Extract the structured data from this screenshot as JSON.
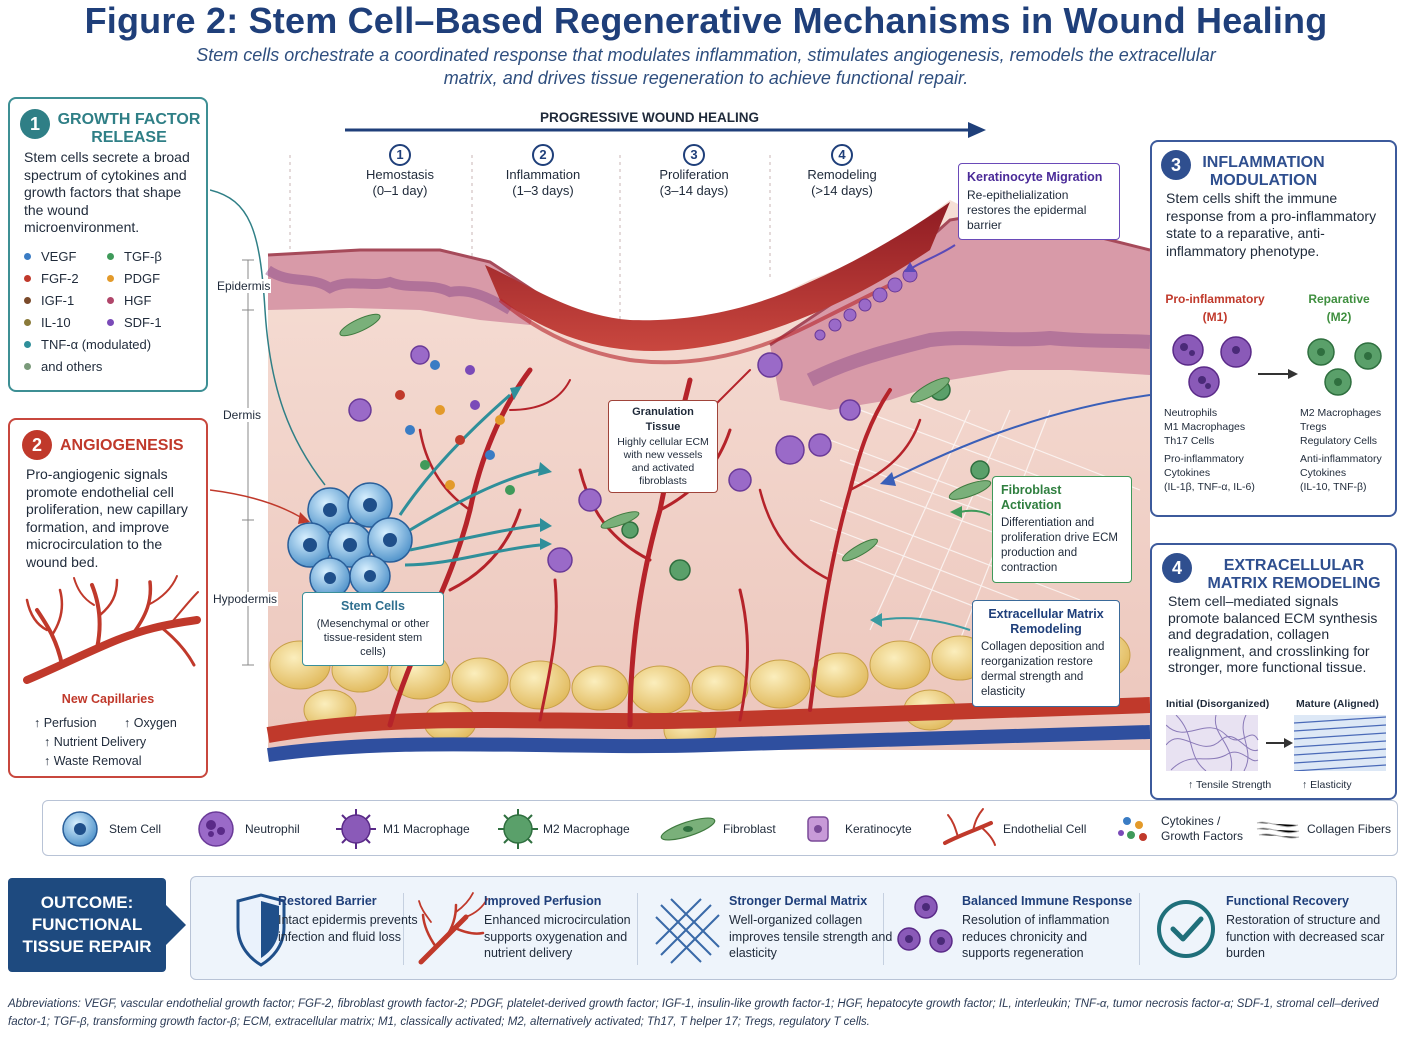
{
  "title": "Figure 2: Stem Cell–Based Regenerative Mechanisms in Wound Healing",
  "subtitle": "Stem cells orchestrate a coordinated response that modulates inflammation, stimulates angiogenesis, remodels the extracellular matrix, and drives tissue regeneration to achieve functional repair.",
  "colors": {
    "title": "#1f3f7a",
    "teal": "#2f7f86",
    "red": "#c0392b",
    "blue": "#2f4f8f",
    "green": "#3f8f3f",
    "dermis": "#f3d9d2",
    "blood": "#b5232a"
  },
  "panel1": {
    "number": "1",
    "title_line1": "GROWTH FACTOR",
    "title_line2": "RELEASE",
    "text": "Stem cells secrete a broad spectrum of cytokines and growth factors that shape the wound microenvironment.",
    "factors": [
      {
        "label": "VEGF",
        "color": "#3a7cc4"
      },
      {
        "label": "TGF-β",
        "color": "#3f9a5a"
      },
      {
        "label": "FGF-2",
        "color": "#c0392b"
      },
      {
        "label": "PDGF",
        "color": "#e39a2a"
      },
      {
        "label": "IGF-1",
        "color": "#7a4a2a"
      },
      {
        "label": "HGF",
        "color": "#b0466a"
      },
      {
        "label": "IL-10",
        "color": "#8a7a3a"
      },
      {
        "label": "SDF-1",
        "color": "#7a4ab8"
      },
      {
        "label": "TNF-α (modulated)",
        "color": "#2f8f9a"
      },
      {
        "label": "and others",
        "color": "#7a9a7a"
      }
    ]
  },
  "panel2": {
    "number": "2",
    "title": "ANGIOGENESIS",
    "text": "Pro-angiogenic signals promote endothelial cell proliferation, new capillary formation, and improve microcirculation to the wound bed.",
    "capillary_label": "New Capillaries",
    "benefits": [
      "↑ Perfusion",
      "↑ Oxygen",
      "↑ Nutrient Delivery",
      "↑ Waste Removal"
    ]
  },
  "panel3": {
    "number": "3",
    "title_line1": "INFLAMMATION",
    "title_line2": "MODULATION",
    "text": "Stem cells shift the immune response from a pro-inflammatory state to a reparative, anti-inflammatory phenotype.",
    "left_header_1": "Pro-inflammatory",
    "left_header_2": "(M1)",
    "right_header_1": "Reparative",
    "right_header_2": "(M2)",
    "left_items": [
      "Neutrophils",
      "M1 Macrophages",
      "Th17 Cells",
      "Pro-inflammatory",
      "Cytokines",
      "(IL-1β, TNF-α, IL-6)"
    ],
    "right_items": [
      "M2 Macrophages",
      "Tregs",
      "Regulatory Cells",
      "Anti-inflammatory",
      "Cytokines",
      "(IL-10, TNF-β)"
    ]
  },
  "panel4": {
    "number": "4",
    "title_line1": "EXTRACELLULAR",
    "title_line2": "MATRIX REMODELING",
    "text": "Stem cell–mediated signals promote balanced ECM synthesis and degradation, collagen realignment, and crosslinking for stronger, more functional tissue.",
    "initial_label": "Initial (Disorganized)",
    "mature_label": "Mature (Aligned)",
    "tensile": "↑ Tensile Strength",
    "elasticity": "↑ Elasticity"
  },
  "diagram": {
    "timeline_label": "PROGRESSIVE WOUND HEALING",
    "stages": [
      {
        "num": "1",
        "name": "Hemostasis",
        "days": "(0–1 day)"
      },
      {
        "num": "2",
        "name": "Inflammation",
        "days": "(1–3 days)"
      },
      {
        "num": "3",
        "name": "Proliferation",
        "days": "(3–14 days)"
      },
      {
        "num": "4",
        "name": "Remodeling",
        "days": "(>14 days)"
      }
    ],
    "layers": [
      "Epidermis",
      "Dermis",
      "Hypodermis"
    ],
    "stem_cells_title": "Stem Cells",
    "stem_cells_text": "(Mesenchymal or other tissue-resident stem cells)",
    "granulation_title": "Granulation Tissue",
    "granulation_text": "Highly cellular ECM with new vessels and activated fibroblasts",
    "keratinocyte_title": "Keratinocyte Migration",
    "keratinocyte_text": "Re-epithelialization restores the epidermal barrier",
    "fibroblast_title": "Fibroblast Activation",
    "fibroblast_text": "Differentiation and proliferation drive ECM production and contraction",
    "ecm_title": "Extracellular Matrix Remodeling",
    "ecm_text": "Collagen deposition and reorganization restore dermal strength and elasticity"
  },
  "legend": [
    {
      "icon": "stem-cell",
      "label": "Stem Cell"
    },
    {
      "icon": "neutrophil",
      "label": "Neutrophil"
    },
    {
      "icon": "m1-macrophage",
      "label": "M1 Macrophage"
    },
    {
      "icon": "m2-macrophage",
      "label": "M2 Macrophage"
    },
    {
      "icon": "fibroblast",
      "label": "Fibroblast"
    },
    {
      "icon": "keratinocyte",
      "label": "Keratinocyte"
    },
    {
      "icon": "endothelial-cell",
      "label": "Endothelial Cell"
    },
    {
      "icon": "cytokines",
      "label": "Cytokines / Growth Factors"
    },
    {
      "icon": "collagen-fibers",
      "label": "Collagen Fibers"
    }
  ],
  "outcome": {
    "badge": "OUTCOME: FUNCTIONAL TISSUE REPAIR",
    "items": [
      {
        "icon": "shield-icon",
        "title": "Restored Barrier",
        "text": "Intact epidermis prevents infection and fluid loss"
      },
      {
        "icon": "vessel-icon",
        "title": "Improved Perfusion",
        "text": "Enhanced microcirculation supports oxygenation and nutrient delivery"
      },
      {
        "icon": "mesh-icon",
        "title": "Stronger Dermal Matrix",
        "text": "Well-organized collagen improves tensile strength and elasticity"
      },
      {
        "icon": "immune-cells-icon",
        "title": "Balanced Immune Response",
        "text": "Resolution of inflammation reduces chronicity and supports regeneration"
      },
      {
        "icon": "check-circle-icon",
        "title": "Functional Recovery",
        "text": "Restoration of structure and function with decreased scar burden"
      }
    ]
  },
  "abbreviations": "Abbreviations: VEGF, vascular endothelial growth factor; FGF-2, fibroblast growth factor-2; PDGF, platelet-derived growth factor; IGF-1, insulin-like growth factor-1; HGF, hepatocyte growth factor; IL, interleukin; TNF-α, tumor necrosis factor-α; SDF-1, stromal cell–derived factor-1; TGF-β, transforming growth factor-β; ECM, extracellular matrix; M1, classically activated; M2, alternatively activated; Th17, T helper 17; Tregs, regulatory T cells."
}
